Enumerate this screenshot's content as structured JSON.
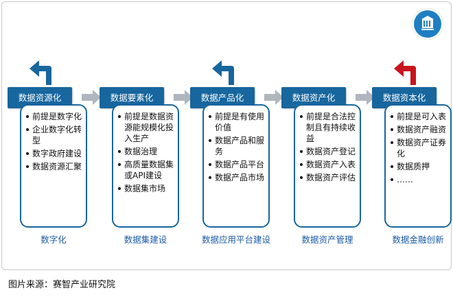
{
  "stages": [
    {
      "title": "数据资源化",
      "items": [
        "前提是数字化",
        "企业数字化转型",
        "数字政府建设",
        "数据资源汇聚"
      ],
      "label": "数字化",
      "turn_arrow_color": "#17669e"
    },
    {
      "title": "数据要素化",
      "items": [
        "前提是数据资源能规模化投入生产",
        "数据治理",
        "高质量数据集或API建设",
        "数据集市场"
      ],
      "label": "数据集建设"
    },
    {
      "title": "数据产品化",
      "items": [
        "前提是有使用价值",
        "数据产品和服务",
        "数据产品平台",
        "数据产品市场"
      ],
      "label": "数据应用平台建设",
      "turn_arrow_color": "#17669e"
    },
    {
      "title": "数据资产化",
      "items": [
        "前提是合法控制且有持续收益",
        "数据资产登记",
        "数据资产入表",
        "数据资产评估"
      ],
      "label": "数据资产管理"
    },
    {
      "title": "数据资本化",
      "items": [
        "前提是可入表",
        "数据资产融资",
        "数据资产证券化",
        "数据质押",
        "……"
      ],
      "label": "数据金融创新",
      "turn_arrow_color": "#c8141e"
    }
  ],
  "source": "图片来源：赛智产业研究院",
  "colors": {
    "header_bg": "#17669e",
    "box_border": "#17669e",
    "label_text": "#1a5aa6",
    "flow_arrow": "#b0b6bd"
  }
}
